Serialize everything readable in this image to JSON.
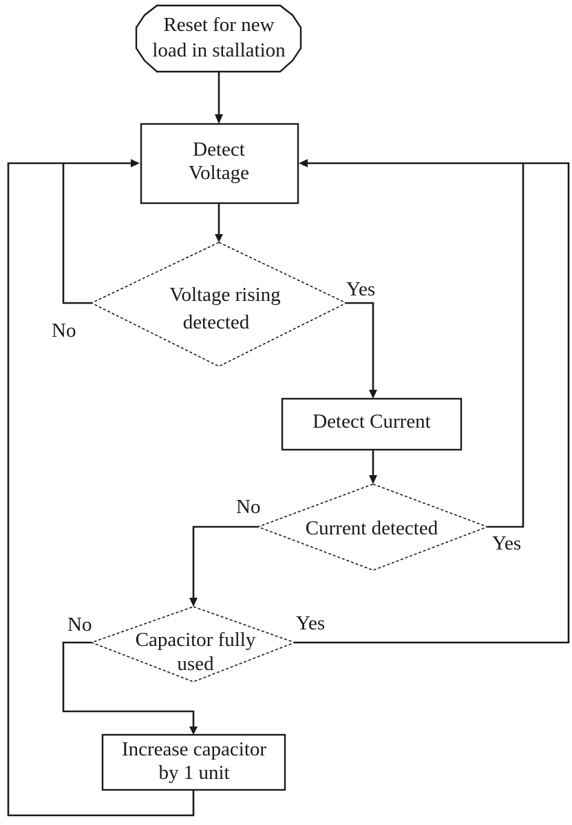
{
  "nodes": {
    "start": {
      "lines": [
        "Reset for new",
        "load in stallation"
      ]
    },
    "detect_voltage": {
      "lines": [
        "Detect",
        "Voltage"
      ]
    },
    "voltage_rising": {
      "lines": [
        "Voltage rising",
        "detected"
      ]
    },
    "detect_current": {
      "lines": [
        "Detect Current"
      ]
    },
    "current_detected": {
      "lines": [
        "Current detected"
      ]
    },
    "capacitor_used": {
      "lines": [
        "Capacitor fully",
        "used"
      ]
    },
    "increase_capacitor": {
      "lines": [
        "Increase capacitor",
        "by 1 unit"
      ]
    }
  },
  "edge_labels": {
    "voltage_no": "No",
    "voltage_yes": "Yes",
    "current_no": "No",
    "current_yes": "Yes",
    "capacitor_no": "No",
    "capacitor_yes": "Yes"
  }
}
